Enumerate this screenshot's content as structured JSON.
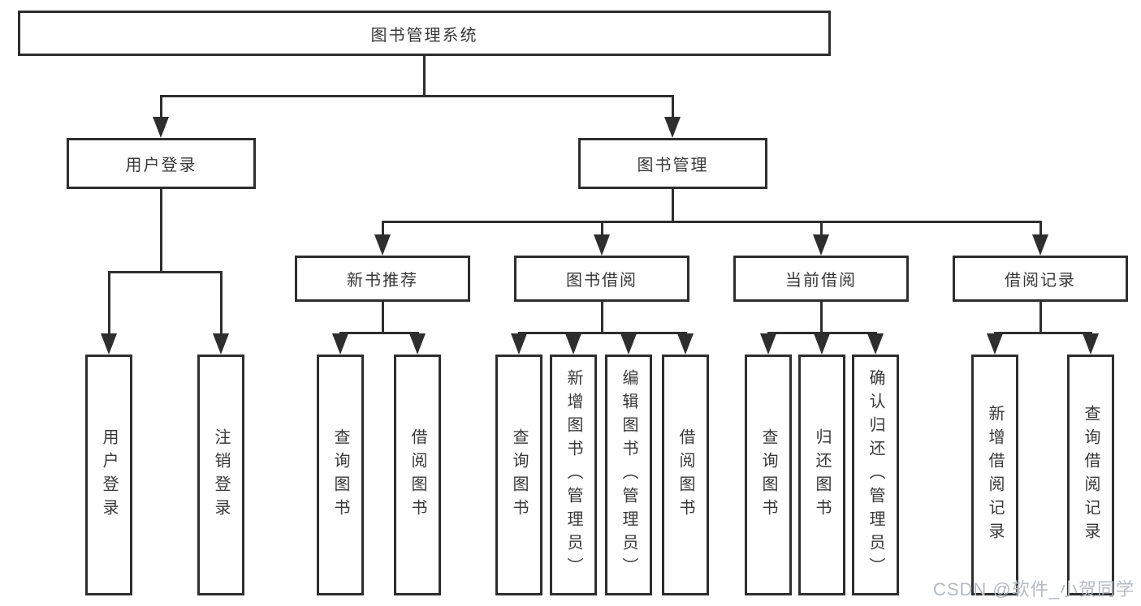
{
  "diagram": {
    "root": {
      "label": "图书管理系统"
    },
    "level2": [
      {
        "label": "用户登录"
      },
      {
        "label": "图书管理"
      }
    ],
    "level3": [
      {
        "label": "新书推荐"
      },
      {
        "label": "图书借阅"
      },
      {
        "label": "当前借阅"
      },
      {
        "label": "借阅记录"
      }
    ],
    "level4": {
      "user_login": [
        {
          "label": "用户登录"
        },
        {
          "label": "注销登录"
        }
      ],
      "new_books": [
        {
          "label": "查询图书"
        },
        {
          "label": "借阅图书"
        }
      ],
      "book_borrow": [
        {
          "label": "查询图书"
        },
        {
          "label": "新增图书（管理员）"
        },
        {
          "label": "编辑图书（管理员）"
        },
        {
          "label": "借阅图书"
        }
      ],
      "current_borrow": [
        {
          "label": "查询图书"
        },
        {
          "label": "归还图书"
        },
        {
          "label": "确认归还（管理员）"
        }
      ],
      "borrow_records": [
        {
          "label": "新增借阅记录"
        },
        {
          "label": "查询借阅记录"
        }
      ]
    }
  },
  "watermark": {
    "text": "CSDN @软件_小贺同学"
  },
  "colors": {
    "line": "#2e2e2e",
    "text": "#383838",
    "watermark": "#b4bac1",
    "background": "#ffffff"
  }
}
